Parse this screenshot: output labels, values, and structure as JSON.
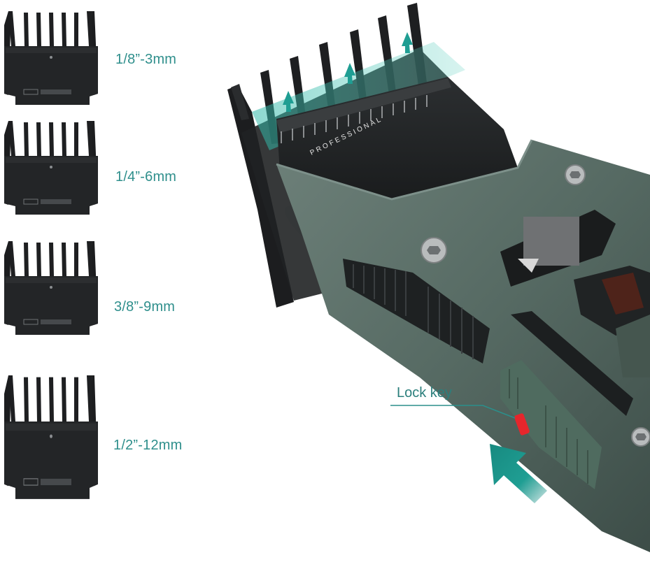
{
  "guards": [
    {
      "label": "1/8”-3mm"
    },
    {
      "label": "1/4”-6mm"
    },
    {
      "label": "3/8”-9mm"
    },
    {
      "label": "1/2”-12mm"
    }
  ],
  "clipper": {
    "blade_text": "PROFESSIONAL",
    "body_color": "#566a63",
    "accent_color": "#1f9e93"
  },
  "callout": {
    "label": "Lock key",
    "key_color": "#e5262c"
  }
}
